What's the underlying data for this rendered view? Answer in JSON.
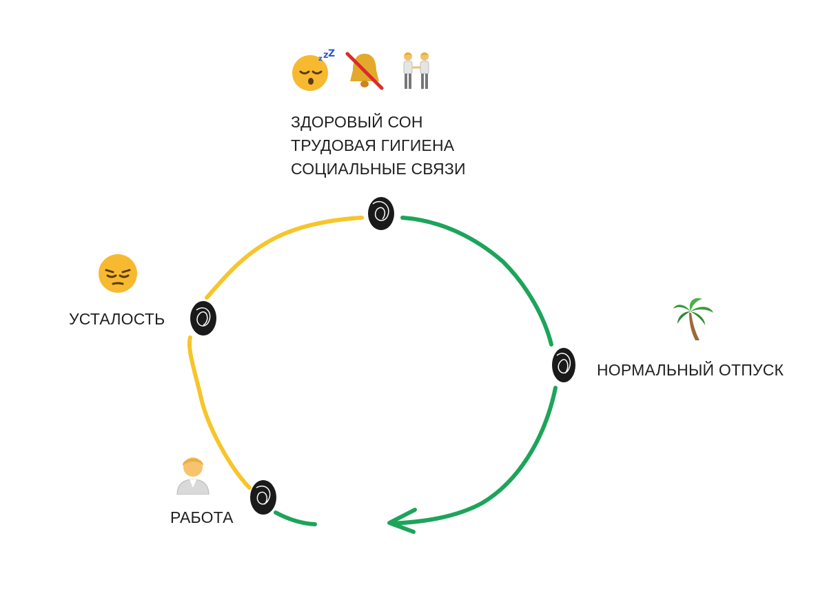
{
  "diagram": {
    "top_stage": {
      "lines": [
        "ЗДОРОВЫЙ СОН",
        "ТРУДОВАЯ ГИГИЕНА",
        "СОЦИАЛЬНЫЕ СВЯЗИ"
      ],
      "icons": [
        "sleeping-face-icon",
        "no-bell-icon",
        "two-people-holding-hands-icon"
      ]
    },
    "fatigue_stage": {
      "label": "УСТАЛОСТЬ",
      "icon": "pensive-face-icon"
    },
    "vacation_stage": {
      "label": "НОРМАЛЬНЫЙ ОТПУСК",
      "icon": "palm-tree-icon"
    },
    "work_stage": {
      "label": "РАБОТА",
      "icon": "office-worker-icon"
    },
    "colors": {
      "yellow_path": "#F6C52A",
      "green_path": "#1DA45A",
      "node": "#1a1a1a",
      "text": "#1f1f1f"
    }
  }
}
